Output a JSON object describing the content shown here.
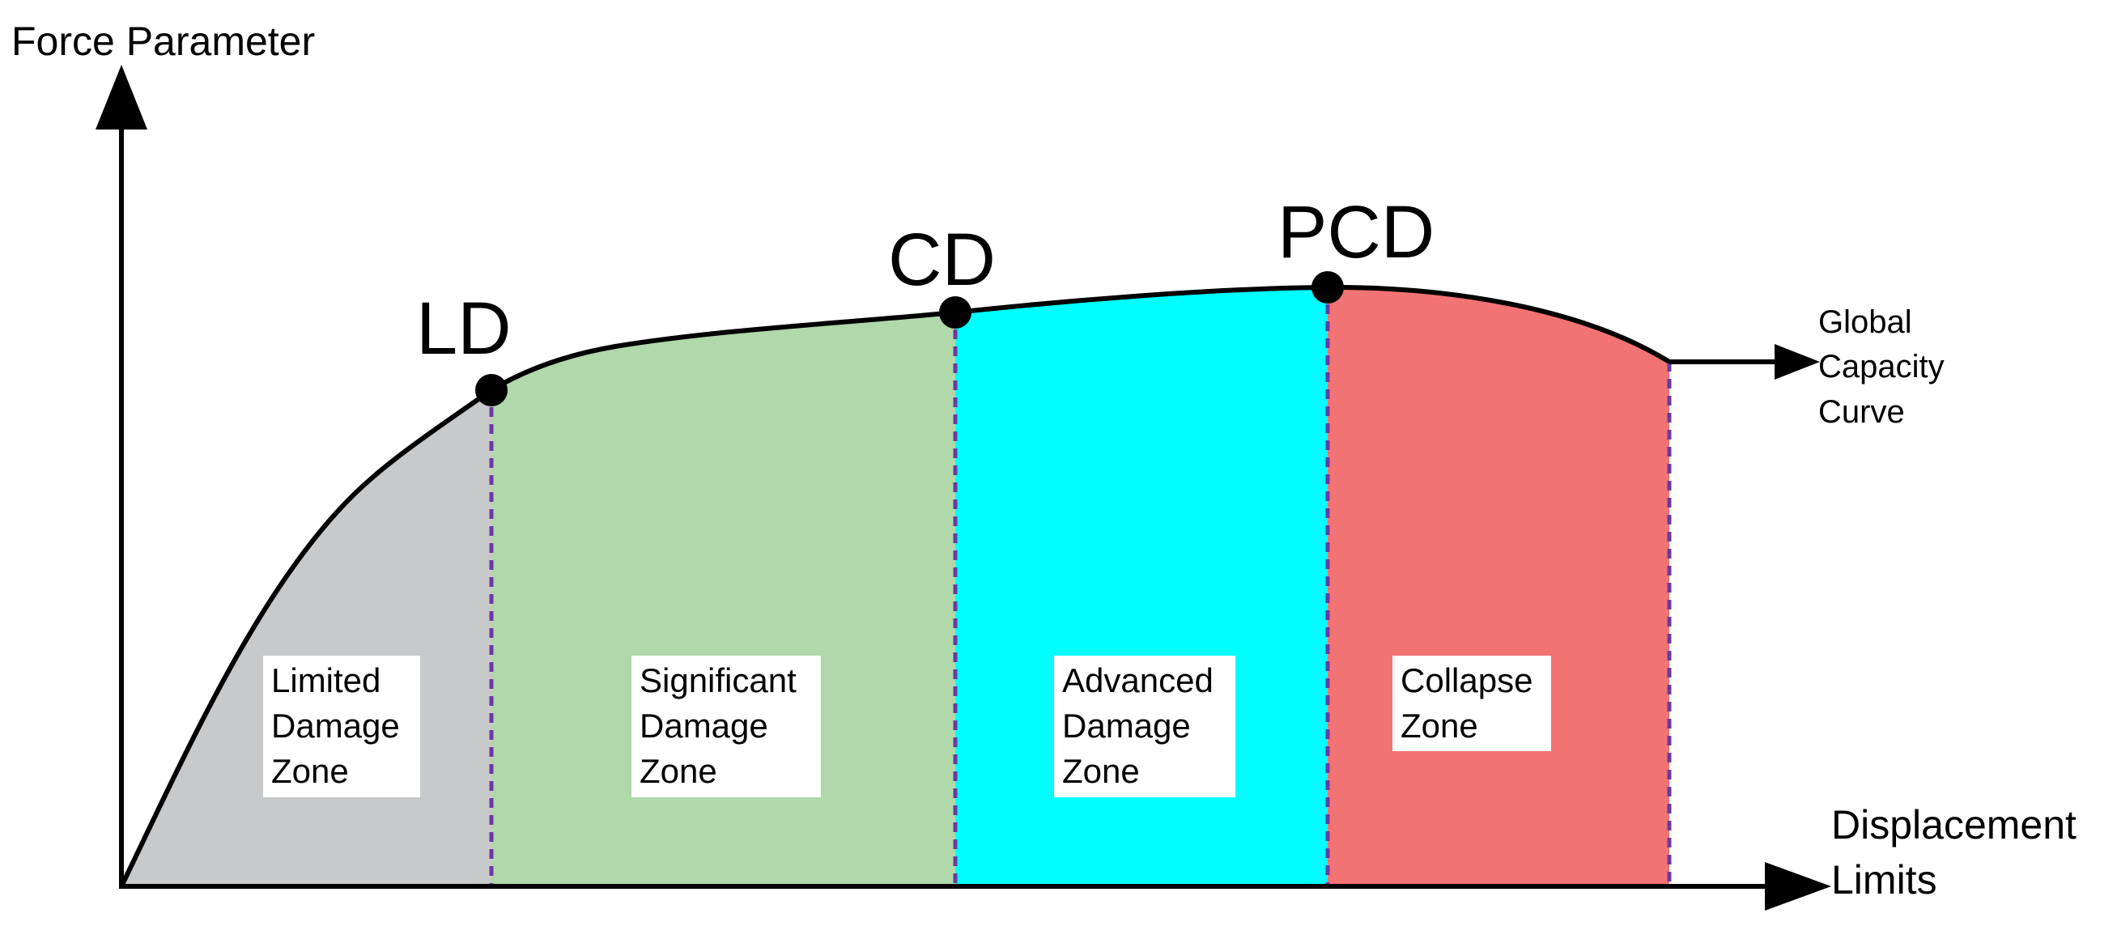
{
  "axes": {
    "y_title": "Force Parameter",
    "x_title_line1": "Displacement",
    "x_title_line2": "Limits"
  },
  "points": {
    "ld": "LD",
    "cd": "CD",
    "pcd": "PCD"
  },
  "curve": {
    "label_line1": "Global",
    "label_line2": "Capacity",
    "label_line3": "Curve"
  },
  "zones": [
    {
      "lines": [
        "Limited",
        "Damage",
        "Zone"
      ],
      "color": "#c8c9cb"
    },
    {
      "lines": [
        "Significant",
        "Damage",
        "Zone"
      ],
      "color": "#b0d8aa"
    },
    {
      "lines": [
        "Advanced",
        "Damage",
        "Zone"
      ],
      "color": "#00ffff"
    },
    {
      "lines": [
        "Collapse",
        "Zone"
      ],
      "color": "#f27373"
    }
  ],
  "colors": {
    "axis": "#000000",
    "divider": "#6b3aa0",
    "label_box": "#ffffff"
  }
}
